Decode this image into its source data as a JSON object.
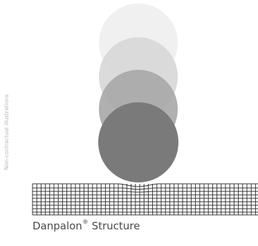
{
  "side_note": "Non-contractual illustrations",
  "caption": {
    "brand": "Danpalon",
    "mark": "®",
    "word": " Structure"
  },
  "colors": {
    "ball_1": "#f0f0f0",
    "ball_2": "#d7d7d7",
    "ball_3": "#a9a9a9",
    "ball_4": "#7a7a7a",
    "grid": "#333333",
    "caption": "#4a4a4a",
    "side_note": "#b5b5b5"
  }
}
